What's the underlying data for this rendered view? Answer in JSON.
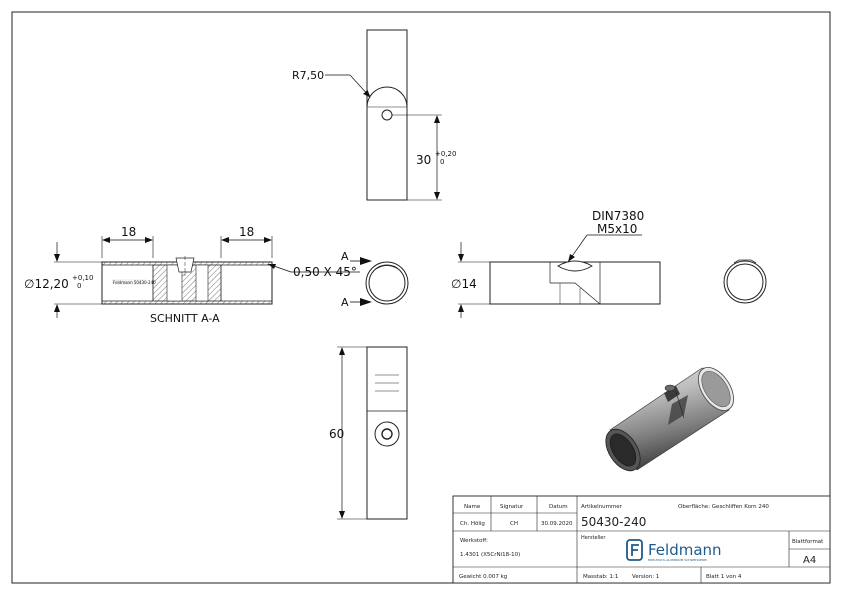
{
  "views": {
    "top": {
      "radius_label": "R7,50",
      "height_value": "30",
      "tol_plus": "+0,20",
      "tol_zero": "0"
    },
    "section": {
      "left_len": "18",
      "right_len": "18",
      "dia_value": "∅12,20",
      "tol_plus": "+0,10",
      "tol_zero": "0",
      "chamfer": "0,50 X 45°",
      "caption": "SCHNITT A-A",
      "engraving": "Feldmann 50430-240"
    },
    "section_marks": {
      "top": "A",
      "bottom": "A"
    },
    "side": {
      "dia_value": "∅14",
      "note_line1": "DIN7380",
      "note_line2": "M5x10"
    },
    "front": {
      "length_value": "60"
    }
  },
  "title_block": {
    "headers": {
      "name": "Name",
      "signature": "Signatur",
      "date": "Datum",
      "article": "Artikelnummer",
      "surface": "Oberfläche: Geschliffen Korn 240"
    },
    "values": {
      "name": "Ch. Hölig",
      "signature": "CH",
      "date": "30.09.2020",
      "article": "50430-240"
    },
    "material_label": "Werkstoff:",
    "material_value": "1.4301 (X5CrNi18-10)",
    "manufacturer_label": "Hersteller",
    "logo_text": "Feldmann",
    "logo_tagline": "EDELSTAHL ALUMINIUM SCHWEISSEREI",
    "format_label": "Blattformat",
    "format_value": "A4",
    "weight": "Gewicht 0.007 kg",
    "scale": "Masstab: 1:1",
    "version": "Version: 1",
    "sheet": "Blatt 1 von 4"
  },
  "colors": {
    "line": "#222222",
    "hatch": "#555555",
    "tube_dark": "#3a3a3a",
    "tube_mid": "#8f8f8f",
    "tube_light": "#d4d4d4",
    "logo": "#1e5b8c"
  }
}
